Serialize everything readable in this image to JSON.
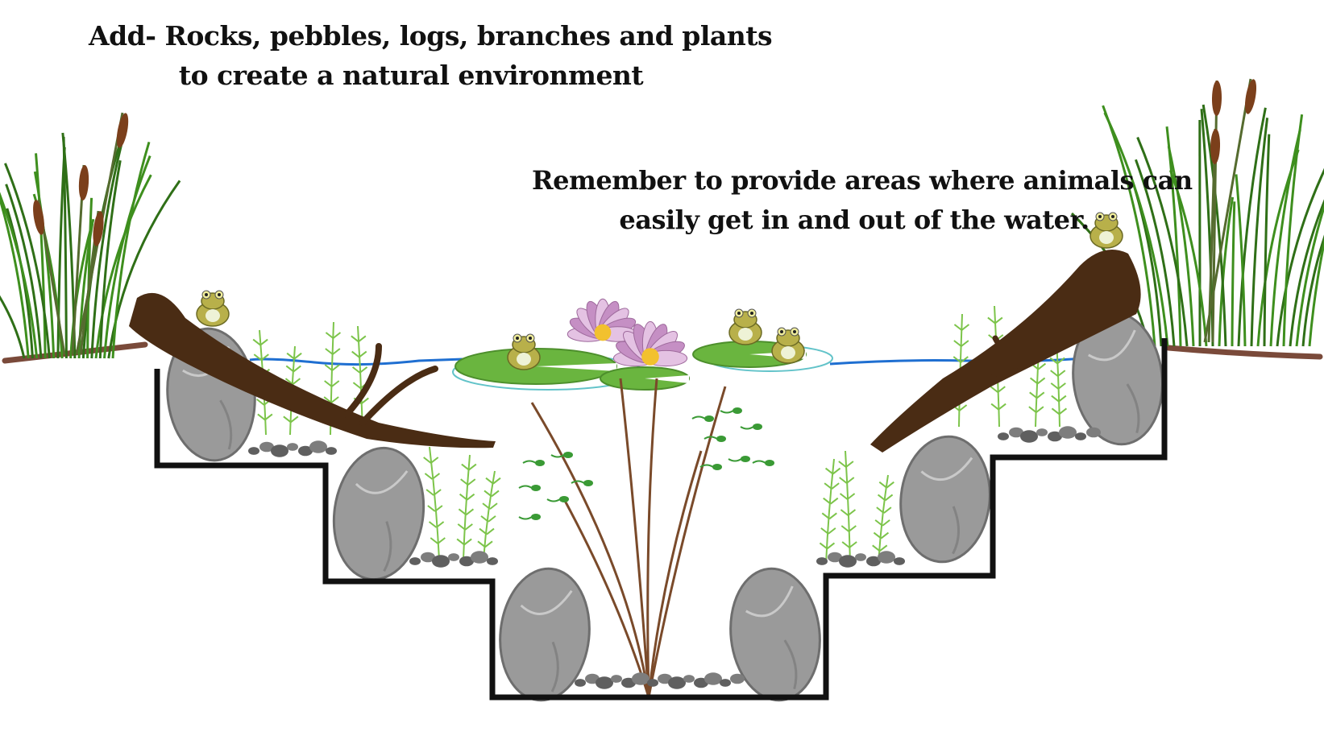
{
  "captions": {
    "top": [
      "Add- Rocks, pebbles, logs, branches and plants",
      "to create a natural environment"
    ],
    "right": [
      "Remember to provide areas where animals can",
      "easily get in and out of the water."
    ]
  },
  "colors": {
    "pond_outline": "#111111",
    "water_line": "#1f6fd1",
    "rock_fill": "#9a9a9a",
    "rock_edge": "#6e6e6e",
    "pebble": "#7d7d7d",
    "log": "#4a2c14",
    "soil": "#7a4a3a",
    "reed": "#3e8f1e",
    "cattail_head": "#7b3f1b",
    "lily_pad": "#6ab53f",
    "lily_flower": "#c58fc4",
    "lily_center": "#f2c12e",
    "frog": "#b8b04a",
    "tadpole": "#3a9a35",
    "pond_weed": "#7cc44a"
  },
  "icons": [
    "frog-icon",
    "water-lily-icon",
    "cattail-icon",
    "rock-icon",
    "log-icon",
    "tadpole-icon",
    "pond-weed-icon",
    "pebble-icon"
  ]
}
